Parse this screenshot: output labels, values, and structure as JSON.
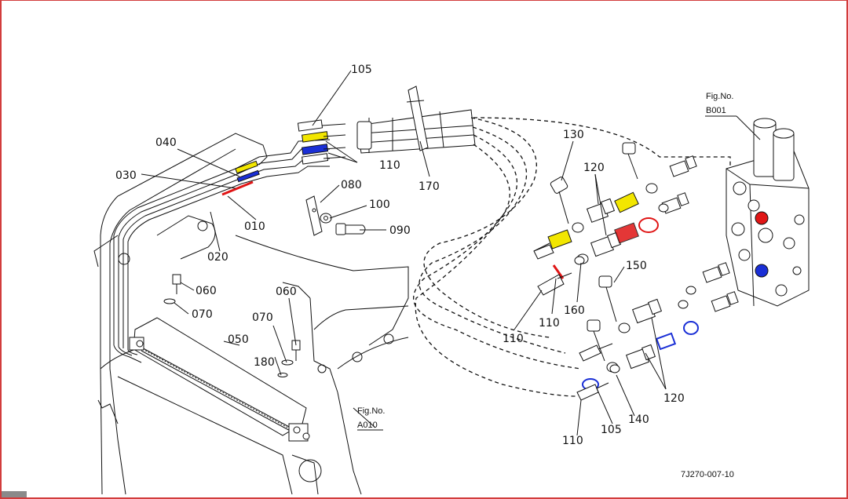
{
  "drawing_code": "7J270-007-10",
  "fig_refs": [
    {
      "id": "b001",
      "caption": "Fig.No.",
      "code": "B001"
    },
    {
      "id": "a010",
      "caption": "Fig.No.",
      "code": "A010"
    }
  ],
  "callouts": {
    "c105a": "105",
    "c040": "040",
    "c030": "030",
    "c110a": "110",
    "c170": "170",
    "c080": "080",
    "c100": "100",
    "c010": "010",
    "c090": "090",
    "c020": "020",
    "c060a": "060",
    "c070a": "070",
    "c060b": "060",
    "c070b": "070",
    "c050": "050",
    "c180": "180",
    "c130": "130",
    "c120a": "120",
    "c150": "150",
    "c160": "160",
    "c110b": "110",
    "c110c": "110",
    "c120b": "120",
    "c140": "140",
    "c105b": "105",
    "c110d": "110"
  },
  "highlight_colors": {
    "yellow": "#f2e600",
    "blue": "#1a2fd6",
    "red": "#e01515",
    "frame": "#d23c3c"
  }
}
